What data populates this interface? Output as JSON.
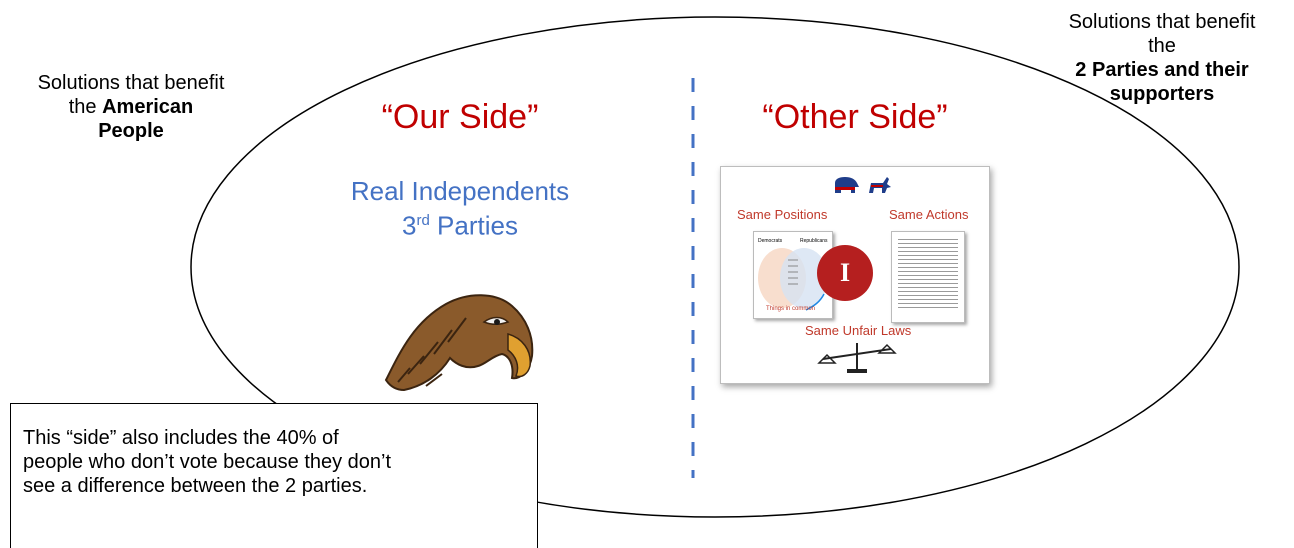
{
  "left_note": {
    "line1": "Solutions that benefit",
    "line2_prefix": "the ",
    "line2_bold": "American",
    "line3_bold": "People"
  },
  "right_note": {
    "line1": "Solutions that benefit",
    "line2": "the",
    "line3_bold": "2 Parties and their",
    "line4_bold": "supporters"
  },
  "our_side": {
    "title": "“Our Side”",
    "sub1": "Real Independents",
    "sub2_num": "3",
    "sub2_sup": "rd",
    "sub2_rest": " Parties"
  },
  "other_side": {
    "title": "“Other Side”"
  },
  "panel": {
    "same_positions": "Same Positions",
    "same_actions": "Same Actions",
    "same_unfair_laws": "Same Unfair Laws",
    "center_letter": "I",
    "venn_left": "Democrats",
    "venn_right": "Republicans",
    "venn_common": "Things in common"
  },
  "callout": {
    "line1": "This “side” also includes the 40% of",
    "line2": "people who don’t vote because they don’t",
    "line3": "see a difference between the 2 parties."
  },
  "colors": {
    "title_red": "#c00000",
    "subtitle_blue": "#4472c4",
    "divider_blue": "#4472c4"
  }
}
